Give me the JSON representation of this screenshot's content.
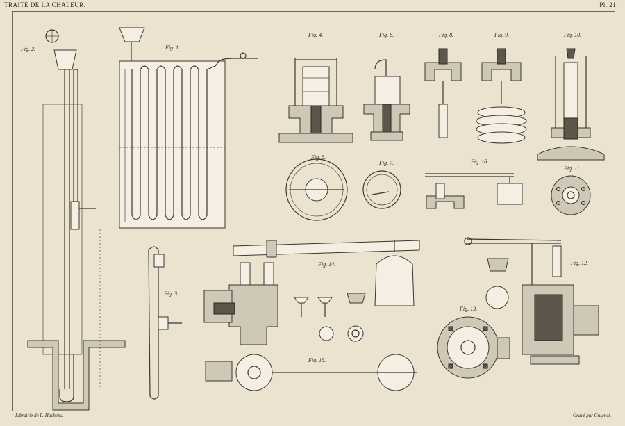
{
  "header": {
    "title": "TRAITÉ DE LA CHALEUR.",
    "plate": "Pl. 21."
  },
  "footer": {
    "publisher": "Librairie de L. Hachette.",
    "engraver": "Gravé par Guignet."
  },
  "figures": {
    "fig1": "Fig. 1.",
    "fig2": "Fig. 2.",
    "fig3": "Fig. 3.",
    "fig4": "Fig. 4.",
    "fig5": "Fig. 5.",
    "fig6": "Fig. 6.",
    "fig7": "Fig. 7.",
    "fig8": "Fig. 8.",
    "fig9": "Fig. 9.",
    "fig10": "Fig. 10.",
    "fig11": "Fig. 11.",
    "fig12": "Fig. 12.",
    "fig13": "Fig. 13.",
    "fig14": "Fig. 14.",
    "fig15": "Fig. 15.",
    "fig16": "Fig. 16."
  }
}
